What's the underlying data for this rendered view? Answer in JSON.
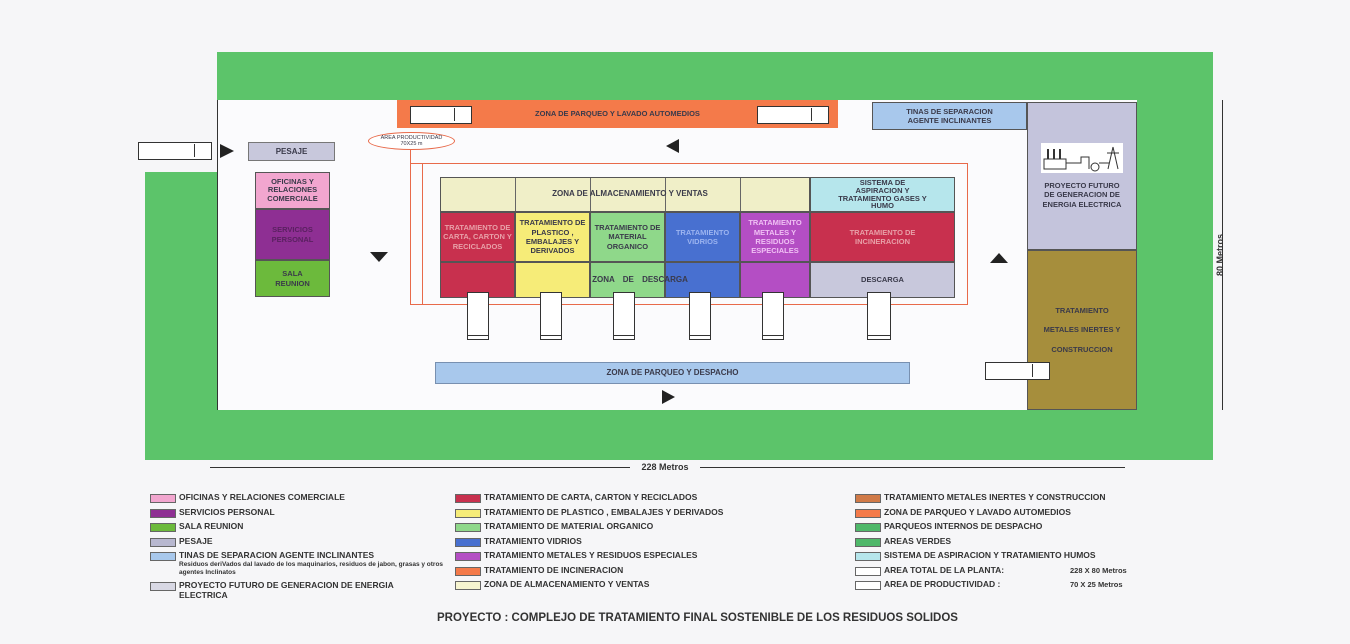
{
  "plan": {
    "parking_wash": "ZONA DE PARQUEO Y LAVADO AUTOMEDIOS",
    "tinas": "TINAS DE SEPARACION AGENTE INCLINANTES",
    "proyecto_futuro": "PROYECTO FUTURO DE GENERACION DE ENERGIA ELECTRICA",
    "metales_inertes": "TRATAMIENTO METALES INERTES Y CONSTRUCCION",
    "pesaje": "PESAJE",
    "area_productividad": "AREA PRODUCTIVIDAD",
    "area_productividad_size": "70X25 m",
    "oficinas": "OFICINAS Y RELACIONES COMERCIALE",
    "servicios": "SERVICIOS PERSONAL",
    "sala": "SALA REUNION",
    "almacenamiento": "ZONA DE ALMACENAMIENTO Y VENTAS",
    "aspiracion": "SISTEMA DE ASPIRACION Y TRATAMIENTO GASES Y HUMO",
    "carta": "TRATAMIENTO DE CARTA, CARTON Y RECICLADOS",
    "plastico": "TRATAMIENTO DE PLASTICO , EMBALAJES Y DERIVADOS",
    "organico": "TRATAMIENTO DE MATERIAL ORGANICO",
    "vidrios": "TRATAMIENTO VIDRIOS",
    "metales_esp": "TRATAMIENTO METALES Y RESIDUOS ESPECIALES",
    "incineracion": "TRATAMIENTO DE INCINERACION",
    "zona_descarga": "ZONA DE DESCARGA",
    "descarga": "DESCARGA",
    "despacho": "ZONA DE PARQUEO Y DESPACHO",
    "width_label": "228 Metros",
    "height_label": "80 Metros"
  },
  "colors": {
    "green": "#5cc46a",
    "orange": "#f47a4a",
    "pink": "#f2a6cf",
    "purple": "#8e2f93",
    "lime": "#6cba3c",
    "lavender": "#c4c4dc",
    "cream": "#f0efc8",
    "cyan": "#b6e6ec",
    "red": "#c8304e",
    "yellow": "#f6ec78",
    "lightgreen": "#8fd88a",
    "blue": "#4870d0",
    "magenta": "#b44ec4",
    "olive": "#a68e3c",
    "lightblue": "#a8c8ec"
  },
  "legend": [
    {
      "label": "OFICINAS Y RELACIONES COMERCIALE",
      "color": "#f2a6cf"
    },
    {
      "label": "SERVICIOS  PERSONAL",
      "color": "#8e2f93"
    },
    {
      "label": "SALA  REUNION",
      "color": "#6cba3c"
    },
    {
      "label": "PESAJE",
      "color": "#b8b8d0"
    },
    {
      "label": "TINAS DE SEPARACION AGENTE INCLINANTES",
      "note": "Residuos deriVados dal lavado de los maquinarios, residuos de jabon, grasas y otros agentes Inclinatos",
      "color": "#a8c8ec"
    },
    {
      "label": "PROYECTO FUTURO DE GENERACION DE ENERGIA ELECTRICA",
      "color": "#d8d8e4"
    },
    {
      "label": "TRATAMIENTO DE CARTA, CARTON Y RECICLADOS",
      "color": "#c8304e"
    },
    {
      "label": "TRATAMIENTO DE PLASTICO , EMBALAJES Y DERIVADOS",
      "color": "#f6ec78"
    },
    {
      "label": "TRATAMIENTO DE MATERIAL ORGANICO",
      "color": "#8fd88a"
    },
    {
      "label": "TRATAMIENTO VIDRIOS",
      "color": "#4870d0"
    },
    {
      "label": "TRATAMIENTO METALES Y RESIDUOS ESPECIALES",
      "color": "#b44ec4"
    },
    {
      "label": "TRATAMIENTO DE INCINERACION",
      "color": "#f47a4a"
    },
    {
      "label": "ZONA DE ALMACENAMIENTO Y VENTAS",
      "color": "#f6f4d0"
    },
    {
      "label": "TRATAMIENTO METALES INERTES Y CONSTRUCCION",
      "color": "#d07a48"
    },
    {
      "label": "ZONA  DE  PARQUEO  Y LAVADO  AUTOMEDIOS",
      "color": "#f47a4a"
    },
    {
      "label": "PARQUEOS INTERNOS DE DESPACHO",
      "color": "#4fb86a"
    },
    {
      "label": "AREAS VERDES",
      "color": "#4fb86a"
    },
    {
      "label": "SISTEMA DE ASPIRACION Y TRATAMIENTO HUMOS",
      "color": "#b6e6ec"
    },
    {
      "label": "AREA TOTAL DE LA PLANTA:",
      "value": "228 X 80 Metros",
      "color": "#ffffff"
    },
    {
      "label": "AREA DE PRODUCTIVIDAD :",
      "value": "70 X 25 Metros",
      "color": "#ffffff"
    }
  ],
  "title": "PROYECTO :  COMPLEJO DE TRATAMIENTO FINAL SOSTENIBLE DE LOS RESIDUOS SOLIDOS"
}
